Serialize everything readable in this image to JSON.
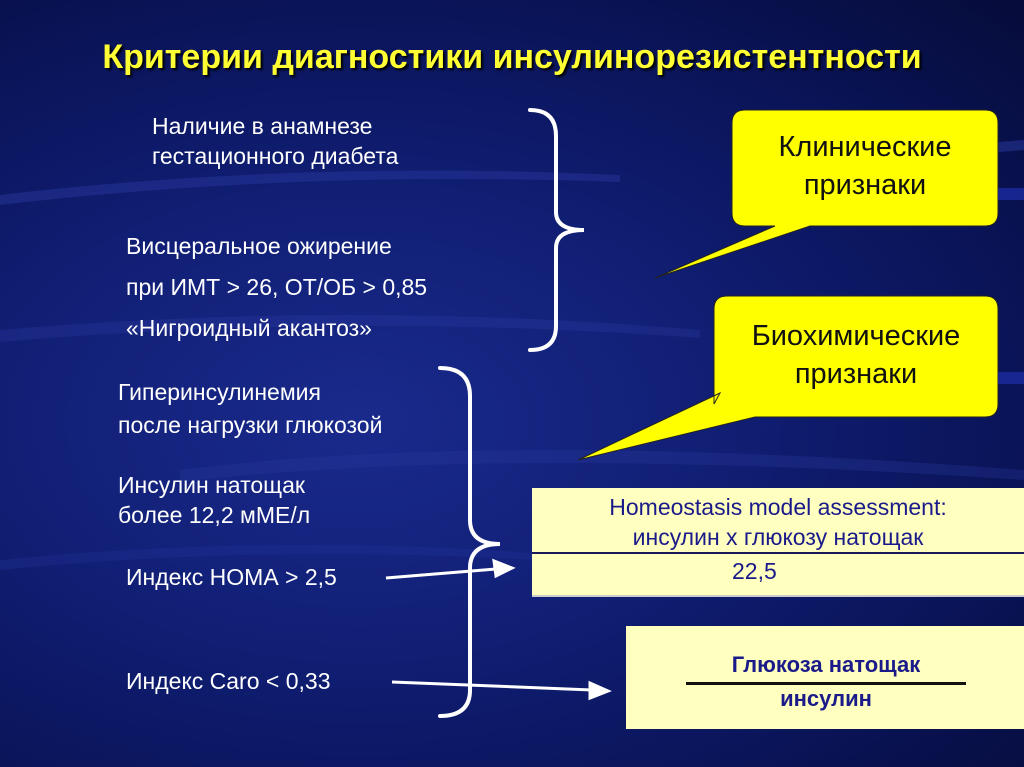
{
  "title": "Критерии диагностики инсулинорезистентности",
  "clinical": {
    "callout": [
      "Клинические",
      "признаки"
    ],
    "items": [
      [
        "Наличие в анамнезе",
        "гестационного диабета"
      ],
      [
        "Висцеральное ожирение",
        "при ИМТ > 26, ОТ/ОБ > 0,85",
        "«Нигроидный акантоз»"
      ]
    ]
  },
  "biochemical": {
    "callout": [
      "Биохимические",
      "признаки"
    ],
    "items": [
      [
        "Гиперинсулинемия",
        "после нагрузки глюкозой"
      ],
      [
        "Инсулин натощак",
        "более 12,2 мМЕ/л"
      ],
      [
        "Индекс НОМА > 2,5"
      ],
      [
        "Индекс Caro < 0,33"
      ]
    ]
  },
  "homa_box": {
    "line1": "Homeostasis model assessment:",
    "line2": "инсулин х глюкозу натощак",
    "value": "22,5"
  },
  "caro_box": {
    "numerator": "Глюкоза натощак",
    "denominator": "инсулин"
  },
  "colors": {
    "title": "#ffff33",
    "callout_fill": "#ffff00",
    "formula_box_fill": "#ffffc0",
    "background": "#101e73"
  }
}
